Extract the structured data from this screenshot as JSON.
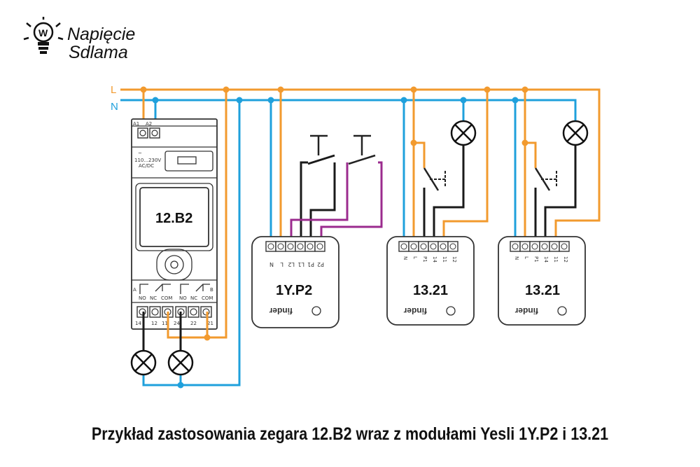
{
  "logo": {
    "line1": "Napięcie",
    "line2": "Sdlama",
    "icon": "lightbulb-icon"
  },
  "lines": {
    "L": "L",
    "N": "N"
  },
  "devices": {
    "timer": {
      "name": "12.B2",
      "supply_a1": "A1",
      "supply_a2": "A2",
      "voltage": "110...230V",
      "type": "AC/DC",
      "contact_a": "A",
      "contact_b": "B",
      "no": "NO",
      "nc": "NC",
      "com": "COM",
      "terms": [
        "14",
        "12",
        "11",
        "24",
        "22",
        "21"
      ]
    },
    "module1": {
      "name": "1Y.P2",
      "terms": [
        "N",
        "L",
        "L2",
        "L1",
        "P1",
        "P2"
      ],
      "brand": "finder"
    },
    "module2": {
      "name": "13.21",
      "terms": [
        "N",
        "L",
        "P1",
        "14",
        "11",
        "12"
      ],
      "brand": "finder"
    },
    "module3": {
      "name": "13.21",
      "terms": [
        "N",
        "L",
        "P1",
        "14",
        "11",
        "12"
      ],
      "brand": "finder"
    }
  },
  "caption": "Przykład zastosowania zegara 12.B2 wraz z modułami Yesli 1Y.P2 i 13.21",
  "colors": {
    "phase": "#F29A2E",
    "neutral": "#1FA0DC",
    "control": "#1a1a1a",
    "switch": "#9B2B8E"
  }
}
